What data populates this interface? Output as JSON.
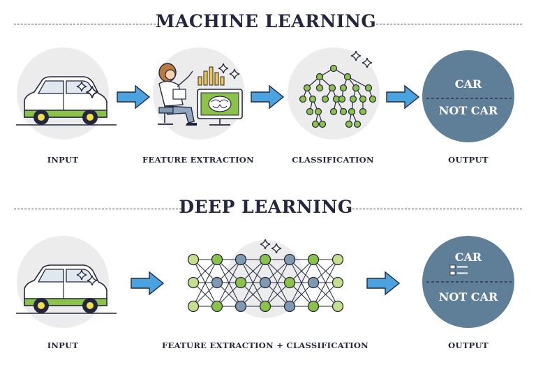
{
  "machine_learning": {
    "title": "MACHINE LEARNING",
    "steps": [
      "INPUT",
      "FEATURE EXTRACTION",
      "CLASSIFICATION",
      "OUTPUT"
    ],
    "output": {
      "top": "CAR",
      "bottom": "NOT CAR"
    }
  },
  "deep_learning": {
    "title": "DEEP LEARNING",
    "steps": [
      "INPUT",
      "FEATURE EXTRACTION + CLASSIFICATION",
      "OUTPUT"
    ],
    "output": {
      "top": "CAR",
      "bottom": "NOT CAR"
    }
  },
  "colors": {
    "ink": "#23263d",
    "circle_bg": "#ececec",
    "arrow": "#4aa3df",
    "green": "#8bc34a",
    "blue_gray": "#7f9ab0",
    "output_circle": "#5f7e97"
  }
}
